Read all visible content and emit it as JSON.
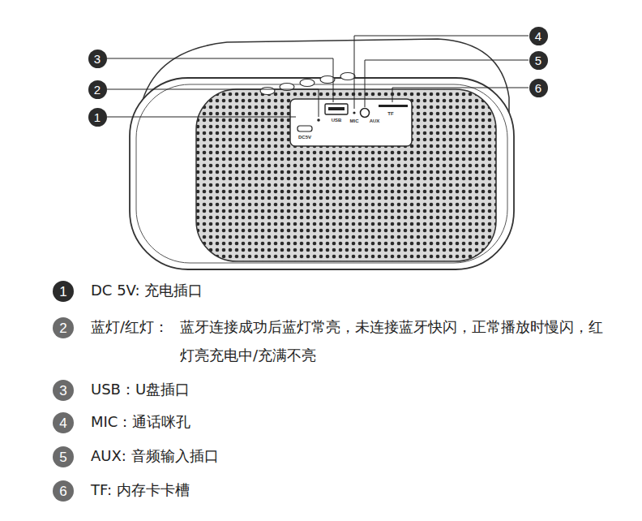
{
  "diagram": {
    "nodes": [
      {
        "text": [
          "4"
        ]
      },
      {
        "text": [
          "3"
        ]
      },
      {
        "text": [
          "5"
        ]
      },
      {
        "text": [
          "2"
        ]
      },
      {
        "text": [
          "6"
        ]
      },
      {
        "text": [
          "1"
        ]
      },
      {
        "text": [
          "1"
        ]
      },
      {
        "text": [
          "2"
        ]
      },
      {
        "text": [
          "3"
        ]
      },
      {
        "text": [
          "4"
        ]
      },
      {
        "text": [
          "5"
        ]
      },
      {
        "text": [
          "6"
        ]
      }
    ],
    "labels": [
      "DC5V",
      "USB",
      "MIC",
      "AUX",
      "TF",
      "DC 5V: 充电插口",
      "蓝灯/红灯：",
      "蓝牙连接成功后蓝灯常亮，未连接蓝牙快闪，正常播放时慢闪，红灯亮充电中/充满不亮",
      "USB：U盘插口",
      "MIC：通话咪孔",
      "AUX: 音频输入插口",
      "TF: 内存卡卡槽"
    ]
  }
}
